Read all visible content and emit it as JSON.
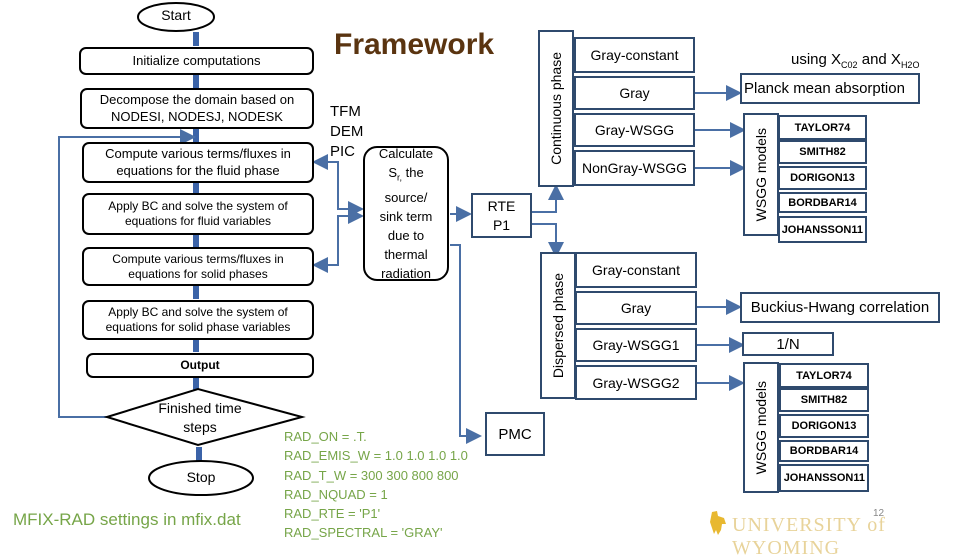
{
  "title": "Framework",
  "flowchart": {
    "start": "Start",
    "steps": [
      "Initialize computations",
      "Decompose the domain based on NODESI, NODESJ, NODESK",
      "Compute various terms/fluxes in equations for the fluid phase",
      "Apply BC and solve the system of equations for fluid variables",
      "Compute various terms/fluxes in equations for solid phases",
      "Apply BC and solve the system of equations for solid phase variables",
      "Output"
    ],
    "decision": "Finished time steps",
    "stop": "Stop"
  },
  "models": [
    "TFM",
    "DEM",
    "PIC"
  ],
  "calc_box": "Calculate Sr, the source/ sink term due to thermal radiation",
  "calc_parts": {
    "l1": "Calculate",
    "l2a": "S",
    "l2sub": "r,",
    "l2b": " the",
    "l3": "source/",
    "l4": "sink term",
    "l5": "due to",
    "l6": "thermal",
    "l7": "radiation"
  },
  "rte": {
    "line1": "RTE",
    "line2": "P1"
  },
  "pmc": "PMC",
  "continuous": {
    "label": "Continuous phase",
    "items": [
      "Gray-constant",
      "Gray",
      "Gray-WSGG",
      "NonGray-WSGG"
    ],
    "note_prefix": "using X",
    "note_sub1": "C02",
    "note_mid": " and X",
    "note_sub2": "H2O",
    "planck": "Planck mean absorption",
    "wsgg_label": "WSGG models",
    "wsgg_items": [
      "TAYLOR74",
      "SMITH82",
      "DORIGON13",
      "BORDBAR14",
      "JOHANSSON11"
    ]
  },
  "dispersed": {
    "label": "Dispersed phase",
    "items": [
      "Gray-constant",
      "Gray",
      "Gray-WSGG1",
      "Gray-WSGG2"
    ],
    "buckius": "Buckius-Hwang correlation",
    "one_n": "1/N",
    "wsgg_label": "WSGG models",
    "wsgg_items": [
      "TAYLOR74",
      "SMITH82",
      "DORIGON13",
      "BORDBAR14",
      "JOHANSSON11"
    ]
  },
  "settings": {
    "heading": "MFIX-RAD settings in mfix.dat",
    "lines": [
      "RAD_ON = .T.",
      "RAD_EMIS_W = 1.0 1.0 1.0 1.0",
      "RAD_T_W = 300 300 800 800",
      "RAD_NQUAD = 1",
      "RAD_RTE = 'P1'",
      "RAD_SPECTRAL = 'GRAY'"
    ]
  },
  "footer": {
    "logo": "UNIVERSITY of WYOMING",
    "page_number": "12"
  },
  "colors": {
    "arrow": "#4a6fa5",
    "box_border": "#2f4a6d",
    "title": "#5a3410",
    "settings_text": "#76a548",
    "logo": "#e8c96a"
  }
}
